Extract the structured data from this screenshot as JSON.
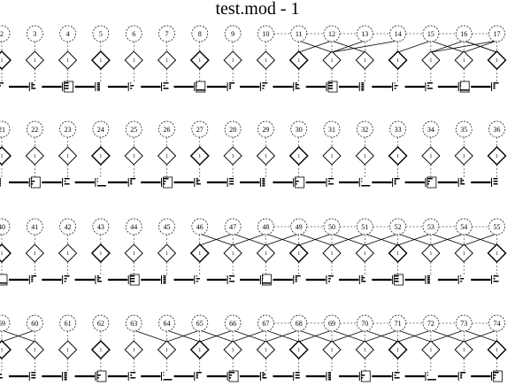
{
  "title": "test.mod - 1",
  "diamond_mark": "1",
  "rows": [
    {
      "labels": [
        "2",
        "3",
        "4",
        "5",
        "6",
        "7",
        "8",
        "9",
        "10",
        "11",
        "12",
        "13",
        "14",
        "15",
        "16",
        "17"
      ],
      "links": [
        [
          9,
          10
        ],
        [
          10,
          9
        ],
        [
          10,
          11
        ],
        [
          10,
          12
        ],
        [
          11,
          10
        ],
        [
          12,
          13
        ],
        [
          13,
          14
        ],
        [
          13,
          15
        ],
        [
          14,
          13
        ],
        [
          14,
          15
        ],
        [
          15,
          14
        ],
        [
          15,
          14
        ]
      ]
    },
    {
      "labels": [
        "21",
        "22",
        "23",
        "24",
        "25",
        "26",
        "27",
        "28",
        "29",
        "30",
        "31",
        "32",
        "33",
        "34",
        "35",
        "36"
      ],
      "links": []
    },
    {
      "labels": [
        "40",
        "41",
        "42",
        "43",
        "44",
        "45",
        "46",
        "47",
        "48",
        "49",
        "50",
        "51",
        "52",
        "53",
        "54",
        "55"
      ],
      "links": [
        [
          6,
          7
        ],
        [
          7,
          6
        ],
        [
          7,
          8
        ],
        [
          8,
          7
        ],
        [
          8,
          9
        ],
        [
          9,
          10
        ],
        [
          9,
          8
        ],
        [
          10,
          9
        ],
        [
          10,
          11
        ],
        [
          11,
          10
        ],
        [
          11,
          12
        ],
        [
          12,
          13
        ],
        [
          12,
          11
        ],
        [
          13,
          14
        ],
        [
          13,
          12
        ],
        [
          14,
          15
        ],
        [
          14,
          13
        ],
        [
          15,
          14
        ]
      ]
    },
    {
      "labels": [
        "59",
        "60",
        "61",
        "62",
        "63",
        "64",
        "65",
        "66",
        "67",
        "68",
        "69",
        "70",
        "71",
        "72",
        "73",
        "74"
      ],
      "links": [
        [
          0,
          1
        ],
        [
          1,
          0
        ],
        [
          5,
          4
        ],
        [
          5,
          6
        ],
        [
          6,
          5
        ],
        [
          6,
          7
        ],
        [
          7,
          6
        ],
        [
          7,
          8
        ],
        [
          8,
          7
        ],
        [
          8,
          9
        ],
        [
          9,
          8
        ],
        [
          9,
          10
        ],
        [
          10,
          9
        ],
        [
          10,
          11
        ],
        [
          11,
          10
        ],
        [
          11,
          12
        ],
        [
          12,
          11
        ],
        [
          12,
          13
        ],
        [
          13,
          12
        ],
        [
          13,
          14
        ],
        [
          14,
          13
        ],
        [
          14,
          15
        ],
        [
          15,
          14
        ]
      ]
    }
  ],
  "header_links": [
    [
      8,
      9
    ],
    [
      9,
      10
    ],
    [
      10,
      11
    ],
    [
      11,
      12
    ],
    [
      12,
      13
    ],
    [
      13,
      14
    ],
    [
      14,
      15
    ]
  ],
  "header_links_rows": [
    0,
    2,
    3
  ]
}
